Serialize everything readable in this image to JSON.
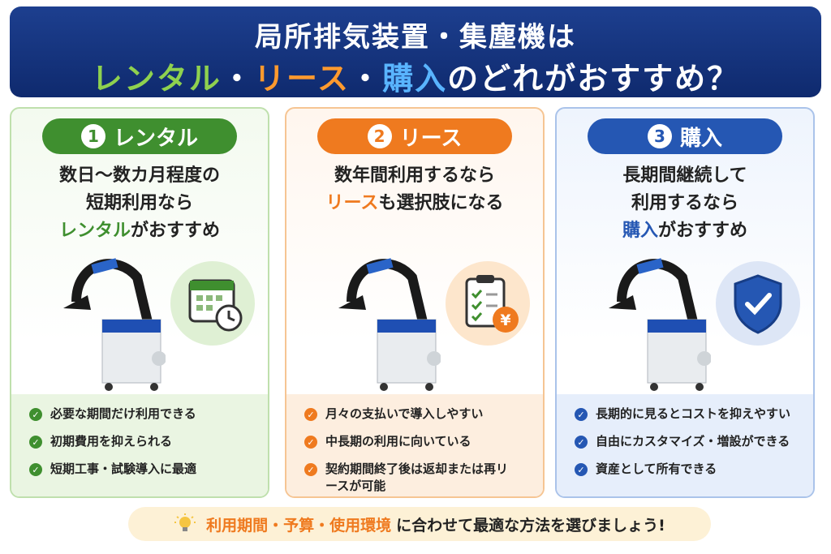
{
  "header": {
    "line1": "局所排気装置・集塵機は",
    "rental": "レンタル",
    "sep1": "・",
    "lease": "リース",
    "sep2": "・",
    "purchase": "購入",
    "tail": "のどれがおすすめ？"
  },
  "cards": [
    {
      "number": "1",
      "title": "レンタル",
      "desc_line1": "数日〜数カ月程度の",
      "desc_line2": "短期利用なら",
      "desc_highlight": "レンタル",
      "desc_rest": "がおすすめ",
      "icon": "calendar-clock-icon",
      "features": [
        "必要な期間だけ利用できる",
        "初期費用を抑えられる",
        "短期工事・試験導入に最適"
      ]
    },
    {
      "number": "2",
      "title": "リース",
      "desc_line1": "数年間利用するなら",
      "desc_highlight": "リース",
      "desc_rest": "も選択肢になる",
      "icon": "clipboard-yen-icon",
      "features": [
        "月々の支払いで導入しやすい",
        "中長期の利用に向いている",
        "契約期間終了後は返却または再リースが可能"
      ]
    },
    {
      "number": "3",
      "title": "購入",
      "desc_line1": "長期間継続して",
      "desc_line2": "利用するなら",
      "desc_highlight": "購入",
      "desc_rest": "がおすすめ",
      "icon": "shield-check-icon",
      "features": [
        "長期的に見るとコストを抑えやすい",
        "自由にカスタマイズ・増設ができる",
        "資産として所有できる"
      ]
    }
  ],
  "footer": {
    "highlight": "利用期間・予算・使用環境",
    "rest": "に合わせて最適な方法を選びましょう!"
  }
}
